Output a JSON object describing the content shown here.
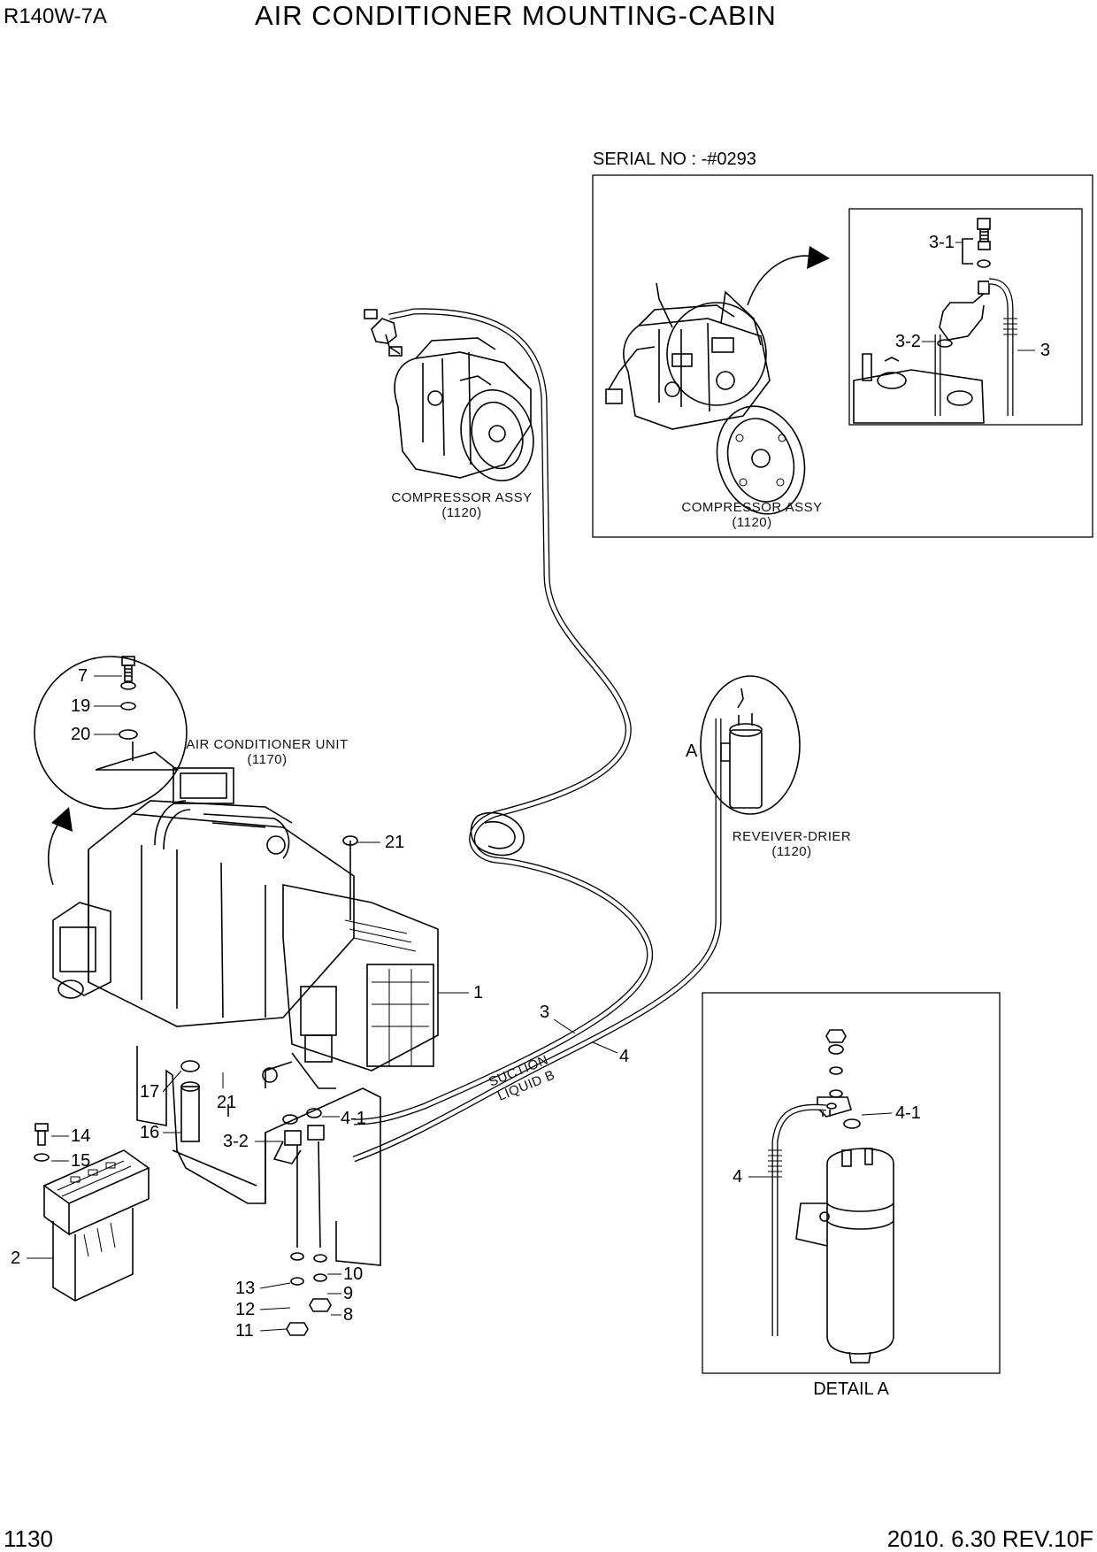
{
  "header": {
    "model": "R140W-7A",
    "title": "AIR CONDITIONER MOUNTING-CABIN"
  },
  "footer": {
    "page": "1130",
    "date_rev": "2010. 6.30  REV.10F"
  },
  "inset_serial": {
    "serial": "SERIAL NO : -#0293",
    "caption": "COMPRESSOR ASSY",
    "caption_ref": "(1120)"
  },
  "detail_a": {
    "caption": "DETAIL A"
  },
  "captions": {
    "compressor": "COMPRESSOR ASSY",
    "compressor_ref": "(1120)",
    "ac_unit": "AIR CONDITIONER UNIT",
    "ac_unit_ref": "(1170)",
    "drier": "REVEIVER-DRIER",
    "drier_ref": "(1120)",
    "detail_marker": "A"
  },
  "callouts": {
    "c1": "1",
    "c2": "2",
    "c3": "3",
    "c3b": "3",
    "c3_1": "3-1",
    "c3_2": "3-2",
    "c3_2b": "3-2",
    "c4": "4",
    "c4b": "4",
    "c4_1": "4-1",
    "c4_1b": "4-1",
    "c7": "7",
    "c8": "8",
    "c9": "9",
    "c10": "10",
    "c11": "11",
    "c12": "12",
    "c13": "13",
    "c14": "14",
    "c15": "15",
    "c16": "16",
    "c17": "17",
    "c19": "19",
    "c20": "20",
    "c21": "21",
    "c21b": "21"
  },
  "hose_marks": {
    "suction": "SUCTION",
    "liquid": "LIQUID B"
  }
}
